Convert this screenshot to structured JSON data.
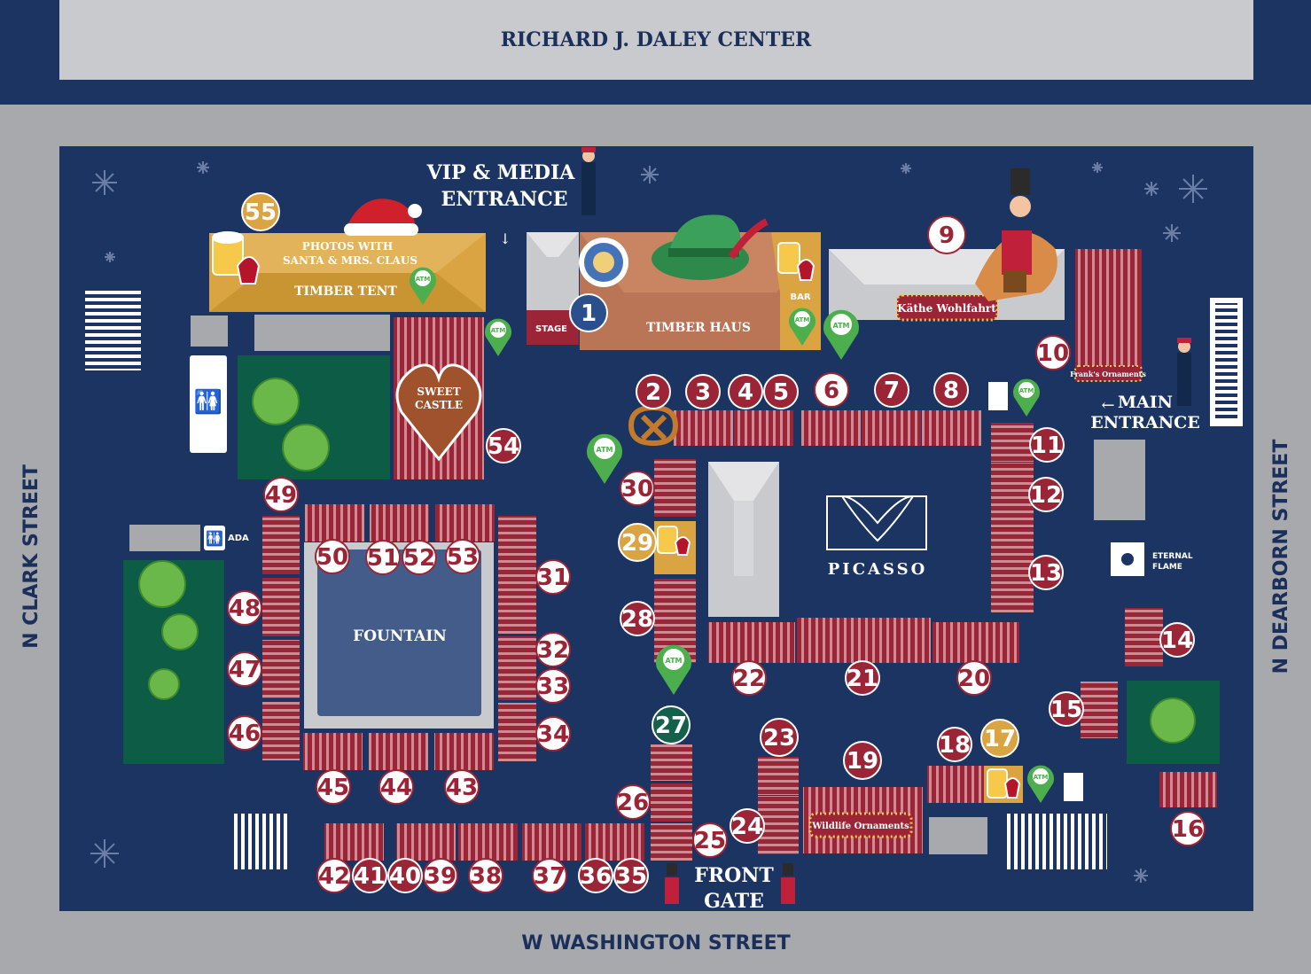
{
  "labels": {
    "daley_center": "RICHARD J. DALEY CENTER",
    "clark": "N CLARK STREET",
    "dearborn": "N DEARBORN STREET",
    "washington": "W WASHINGTON STREET",
    "vip_line1": "VIP & MEDIA",
    "vip_line2": "ENTRANCE",
    "main_line1": "MAIN",
    "main_line2": "ENTRANCE",
    "front_line1": "FRONT",
    "front_line2": "GATE",
    "timber_tent": "TIMBER TENT",
    "photos_line1": "PHOTOS WITH",
    "photos_line2": "SANTA & MRS. CLAUS",
    "timber_haus": "TIMBER HAUS",
    "stage": "STAGE",
    "bar": "BAR",
    "kathe": "Käthe Wohlfahrt",
    "franks": "Frank's Ornaments",
    "sweet_line1": "SWEET",
    "sweet_line2": "CASTLE",
    "fountain": "FOUNTAIN",
    "picasso": "PICASSO",
    "eternal_line1": "ETERNAL",
    "eternal_line2": "FLAME",
    "ada": "ADA",
    "wildlife": "Wildlife Ornaments",
    "atm": "ATM"
  },
  "colors": {
    "navy": "#1b3461",
    "gray": "#a7a9ac",
    "maroon": "#9b2436",
    "stall_light": "#c8707b",
    "gold": "#d9a441",
    "green": "#0c5c46",
    "pin_green": "#4cae4c",
    "pin_blue": "#2a4f8c",
    "pin_dark_green": "#13604b"
  },
  "pins": [
    {
      "num": "1",
      "color": "blue"
    },
    {
      "num": "2",
      "color": "maroon"
    },
    {
      "num": "3",
      "color": "maroon"
    },
    {
      "num": "4",
      "color": "maroon"
    },
    {
      "num": "5",
      "color": "maroon"
    },
    {
      "num": "6",
      "color": "white"
    },
    {
      "num": "7",
      "color": "maroon"
    },
    {
      "num": "8",
      "color": "maroon"
    },
    {
      "num": "9",
      "color": "white"
    },
    {
      "num": "10",
      "color": "white"
    },
    {
      "num": "11",
      "color": "maroon"
    },
    {
      "num": "12",
      "color": "maroon"
    },
    {
      "num": "13",
      "color": "maroon"
    },
    {
      "num": "14",
      "color": "maroon"
    },
    {
      "num": "15",
      "color": "maroon"
    },
    {
      "num": "16",
      "color": "white"
    },
    {
      "num": "17",
      "color": "gold"
    },
    {
      "num": "18",
      "color": "maroon"
    },
    {
      "num": "19",
      "color": "maroon"
    },
    {
      "num": "20",
      "color": "white"
    },
    {
      "num": "21",
      "color": "maroon"
    },
    {
      "num": "22",
      "color": "white"
    },
    {
      "num": "23",
      "color": "maroon"
    },
    {
      "num": "24",
      "color": "maroon"
    },
    {
      "num": "25",
      "color": "white"
    },
    {
      "num": "26",
      "color": "white"
    },
    {
      "num": "27",
      "color": "darkgreen"
    },
    {
      "num": "28",
      "color": "maroon"
    },
    {
      "num": "29",
      "color": "gold"
    },
    {
      "num": "30",
      "color": "white"
    },
    {
      "num": "31",
      "color": "white"
    },
    {
      "num": "32",
      "color": "white"
    },
    {
      "num": "33",
      "color": "white"
    },
    {
      "num": "34",
      "color": "white"
    },
    {
      "num": "35",
      "color": "maroon"
    },
    {
      "num": "36",
      "color": "maroon"
    },
    {
      "num": "37",
      "color": "white"
    },
    {
      "num": "38",
      "color": "white"
    },
    {
      "num": "39",
      "color": "white"
    },
    {
      "num": "40",
      "color": "maroon"
    },
    {
      "num": "41",
      "color": "maroon"
    },
    {
      "num": "42",
      "color": "white"
    },
    {
      "num": "43",
      "color": "white"
    },
    {
      "num": "44",
      "color": "white"
    },
    {
      "num": "45",
      "color": "white"
    },
    {
      "num": "46",
      "color": "white"
    },
    {
      "num": "47",
      "color": "white"
    },
    {
      "num": "48",
      "color": "white"
    },
    {
      "num": "49",
      "color": "white"
    },
    {
      "num": "50",
      "color": "white"
    },
    {
      "num": "51",
      "color": "white"
    },
    {
      "num": "52",
      "color": "white"
    },
    {
      "num": "53",
      "color": "white"
    },
    {
      "num": "54",
      "color": "maroon"
    },
    {
      "num": "55",
      "color": "gold"
    }
  ]
}
